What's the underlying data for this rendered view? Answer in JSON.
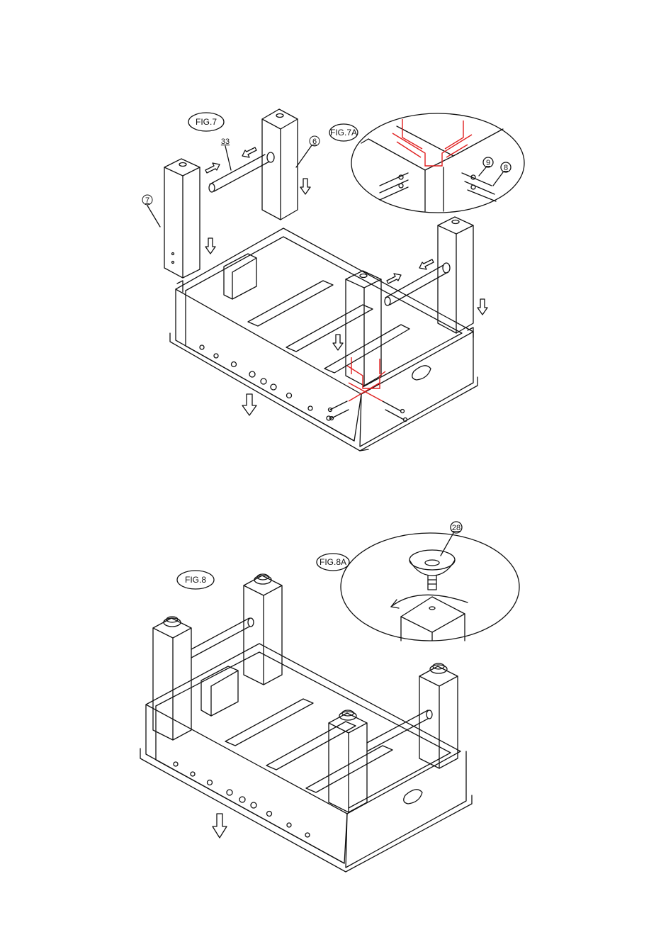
{
  "fig7": {
    "label": "FIG.7",
    "detail_label": "FIG.7A",
    "part_numbers": {
      "rod": "33",
      "leg_a": "6",
      "leg_b": "7",
      "washer": "9",
      "screw": "8"
    }
  },
  "fig8": {
    "label": "FIG.8",
    "detail_label": "FIG.8A",
    "part_numbers": {
      "leveler": "28"
    }
  },
  "colors": {
    "line": "#111111",
    "highlight": "#e02020",
    "paper": "#ffffff"
  }
}
